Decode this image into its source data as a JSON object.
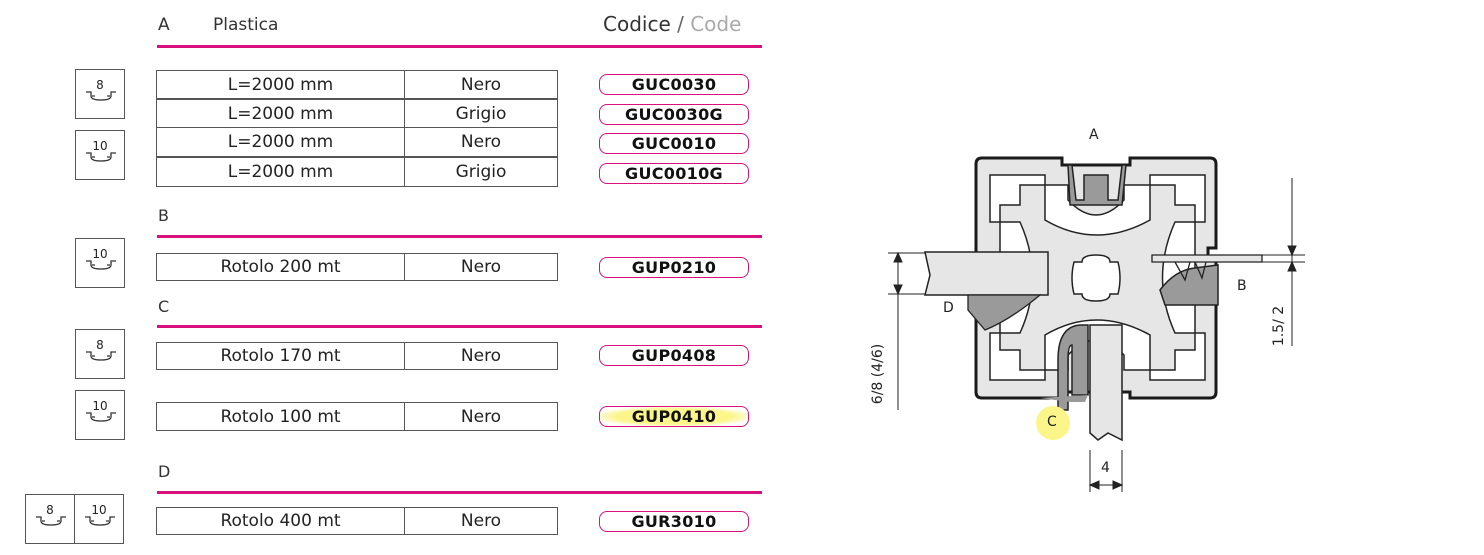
{
  "header": {
    "section_a": "A",
    "material": "Plastica",
    "codice": "Codice",
    "slash": " / ",
    "code_en": "Code"
  },
  "sections": {
    "b": "B",
    "c": "C",
    "d": "D"
  },
  "icons": {
    "groove_8": "8",
    "groove_10": "10"
  },
  "rows": [
    {
      "length": "L=2000 mm",
      "color": "Nero",
      "code": "GUC0030"
    },
    {
      "length": "L=2000 mm",
      "color": "Grigio",
      "code": "GUC0030G"
    },
    {
      "length": "L=2000 mm",
      "color": "Nero",
      "code": "GUC0010"
    },
    {
      "length": "L=2000 mm",
      "color": "Grigio",
      "code": "GUC0010G"
    },
    {
      "length": "Rotolo 200 mt",
      "color": "Nero",
      "code": "GUP0210"
    },
    {
      "length": "Rotolo 170 mt",
      "color": "Nero",
      "code": "GUP0408"
    },
    {
      "length": "Rotolo 100 mt",
      "color": "Nero",
      "code": "GUP0410"
    },
    {
      "length": "Rotolo 400 mt",
      "color": "Nero",
      "code": "GUR3010"
    }
  ],
  "diagram": {
    "label_a": "A",
    "label_b": "B",
    "label_c": "C",
    "label_d": "D",
    "dim_width": "4",
    "dim_left": "6/8 (4/6)",
    "dim_right": "1.5/ 2"
  },
  "colors": {
    "accent": "#d9117f",
    "highlight": "#fbf58a",
    "profile": "#e6e6e6",
    "seal": "#9a9a9a"
  }
}
